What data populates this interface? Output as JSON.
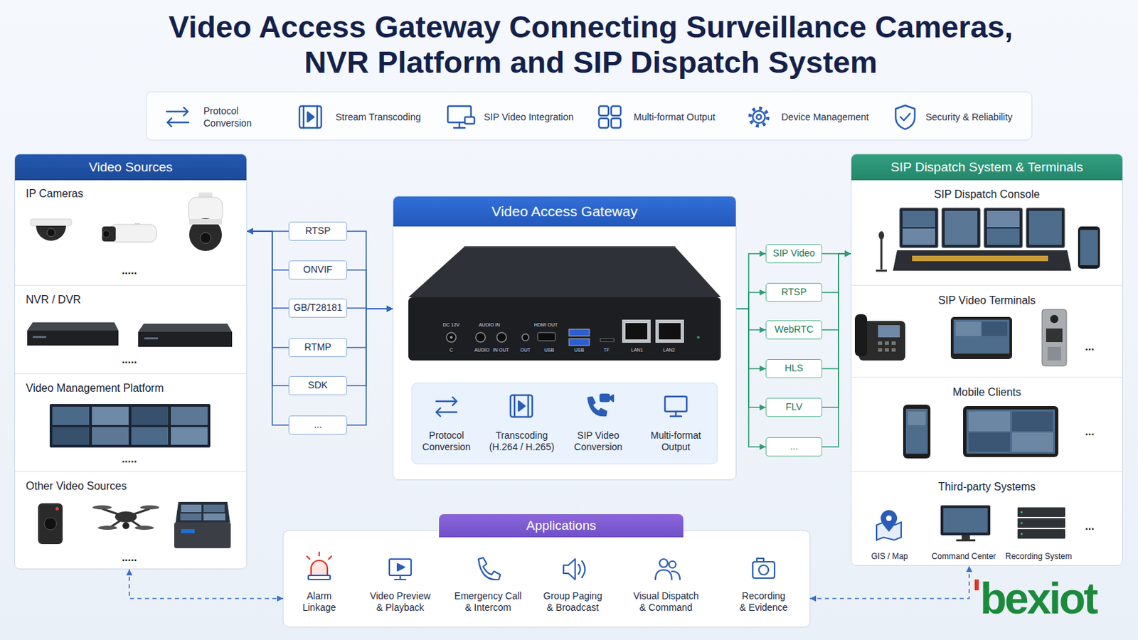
{
  "diagram": {
    "title": "Video Access Gateway Connecting Surveillance Cameras, NVR Platform and SIP Dispatch System",
    "nodes": [
      {
        "text": [
          "Video Sources"
        ]
      },
      {
        "text": [
          "IP Cameras",
          "....."
        ],
        "in": 0
      },
      {
        "text": [
          "NVR / DVR",
          "....."
        ],
        "in": 0
      },
      {
        "text": [
          "Video Management Platform",
          "....."
        ],
        "in": 0
      },
      {
        "text": [
          "Other Video Sources",
          "....."
        ],
        "in": 0
      },
      {
        "text": [
          "RTSP"
        ]
      },
      {
        "text": [
          "ONVIF"
        ]
      },
      {
        "text": [
          "GB/T28181"
        ]
      },
      {
        "text": [
          "RTMP"
        ]
      },
      {
        "text": [
          "SDK"
        ]
      },
      {
        "text": [
          "..."
        ]
      },
      {
        "text": [
          "Video Access Gateway",
          "Protocol Conversion",
          "Transcoding (H.264 / H.265)",
          "SIP Video Conversion",
          "Multi-format Output"
        ]
      },
      {
        "text": [
          "SIP Video"
        ]
      },
      {
        "text": [
          "RTSP"
        ]
      },
      {
        "text": [
          "WebRTC"
        ]
      },
      {
        "text": [
          "HLS"
        ]
      },
      {
        "text": [
          "FLV"
        ]
      },
      {
        "text": [
          "..."
        ]
      },
      {
        "text": [
          "SIP Dispatch System & Terminals"
        ]
      },
      {
        "text": [
          "SIP Dispatch Console"
        ],
        "in": 18
      },
      {
        "text": [
          "SIP Video Terminals",
          "..."
        ],
        "in": 18
      },
      {
        "text": [
          "Mobile Clients",
          "..."
        ],
        "in": 18
      },
      {
        "text": [
          "Third-party Systems",
          "...",
          "GIS / Map",
          "Command Center",
          "Recording System"
        ],
        "in": 18
      },
      {
        "text": [
          "Applications",
          "Alarm Linkage",
          "Video Preview & Playback",
          "Emergency Call & Intercom",
          "Group Paging & Broadcast",
          "Visual Dispatch & Command",
          "Recording & Evidence"
        ]
      }
    ],
    "edges": [
      {
        "from": 5,
        "to": 0,
        "arrow": "to"
      },
      {
        "from": 6,
        "to": 0,
        "arrow": "to"
      },
      {
        "from": 7,
        "to": 0,
        "arrow": "to"
      },
      {
        "from": 8,
        "to": 0,
        "arrow": "to"
      },
      {
        "from": 9,
        "to": 0,
        "arrow": "to"
      },
      {
        "from": 10,
        "to": 0,
        "arrow": "to"
      },
      {
        "from": 5,
        "to": 11,
        "arrow": "to"
      },
      {
        "from": 6,
        "to": 11,
        "arrow": "to"
      },
      {
        "from": 7,
        "to": 11,
        "arrow": "to"
      },
      {
        "from": 8,
        "to": 11,
        "arrow": "to"
      },
      {
        "from": 9,
        "to": 11,
        "arrow": "to"
      },
      {
        "from": 10,
        "to": 11,
        "arrow": "to"
      },
      {
        "from": 11,
        "to": 12,
        "arrow": "to"
      },
      {
        "from": 11,
        "to": 13,
        "arrow": "to"
      },
      {
        "from": 11,
        "to": 14,
        "arrow": "to"
      },
      {
        "from": 11,
        "to": 15,
        "arrow": "to"
      },
      {
        "from": 11,
        "to": 16,
        "arrow": "to"
      },
      {
        "from": 11,
        "to": 17,
        "arrow": "to"
      },
      {
        "from": 12,
        "to": 18,
        "arrow": "to"
      },
      {
        "from": 13,
        "to": 18,
        "arrow": "to"
      },
      {
        "from": 14,
        "to": 18,
        "arrow": "to"
      },
      {
        "from": 15,
        "to": 18,
        "arrow": "to"
      },
      {
        "from": 16,
        "to": 18,
        "arrow": "to"
      },
      {
        "from": 17,
        "to": 18,
        "arrow": "to"
      },
      {
        "from": 0,
        "to": 23,
        "arrow": "both"
      },
      {
        "from": 23,
        "to": 18,
        "arrow": "both"
      }
    ],
    "labels": [
      "Protocol Conversion",
      "Stream Transcoding",
      "SIP Video Integration",
      "Multi-format Output",
      "Device Management",
      "Security & Reliability",
      "DC 12V",
      "AUDIO IN",
      "HDMI OUT",
      "C",
      "AUDIO",
      "IN OUT",
      "OUT",
      "USB",
      "USB",
      "TF",
      "LAN1",
      "LAN2",
      "bexiot"
    ]
  }
}
